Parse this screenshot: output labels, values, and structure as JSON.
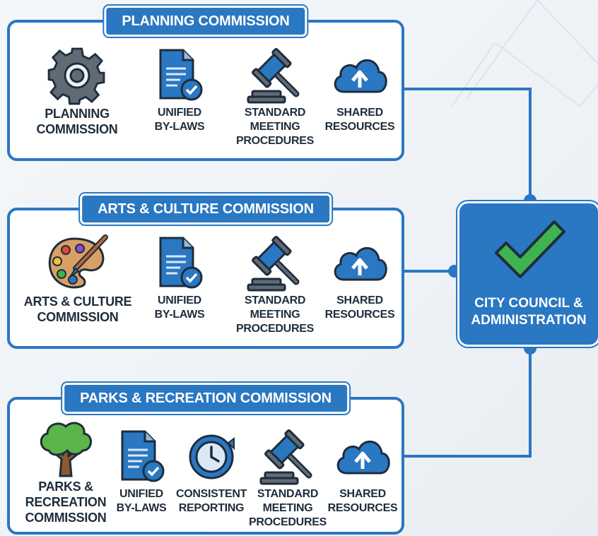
{
  "panels": [
    {
      "title": "PLANNING COMMISSION",
      "items": [
        {
          "icon": "gear-icon",
          "lines": [
            "PLANNING",
            "COMMISSION"
          ]
        },
        {
          "icon": "document-check-icon",
          "lines": [
            "UNIFIED",
            "BY-LAWS"
          ]
        },
        {
          "icon": "gavel-icon",
          "lines": [
            "STANDARD",
            "MEETING",
            "PROCEDURES"
          ]
        },
        {
          "icon": "cloud-upload-icon",
          "lines": [
            "SHARED",
            "RESOURCES"
          ]
        }
      ]
    },
    {
      "title": "ARTS & CULTURE COMMISSION",
      "items": [
        {
          "icon": "palette-icon",
          "lines": [
            "ARTS & CULTURE",
            "COMMISSION"
          ]
        },
        {
          "icon": "document-check-icon",
          "lines": [
            "UNIFIED",
            "BY-LAWS"
          ]
        },
        {
          "icon": "gavel-icon",
          "lines": [
            "STANDARD",
            "MEETING",
            "PROCEDURES"
          ]
        },
        {
          "icon": "cloud-upload-icon",
          "lines": [
            "SHARED",
            "RESOURCES"
          ]
        }
      ]
    },
    {
      "title": "PARKS & RECREATION COMMISSION",
      "items": [
        {
          "icon": "tree-icon",
          "lines": [
            "PARKS &",
            "RECREATION",
            "COMMISSION"
          ]
        },
        {
          "icon": "document-check-icon",
          "lines": [
            "UNIFIED",
            "BY-LAWS"
          ]
        },
        {
          "icon": "clock-refresh-icon",
          "lines": [
            "CONSISTENT",
            "REPORTING"
          ]
        },
        {
          "icon": "gavel-icon",
          "lines": [
            "STANDARD",
            "MEETING",
            "PROCEDURES"
          ]
        },
        {
          "icon": "cloud-upload-icon",
          "lines": [
            "SHARED",
            "RESOURCES"
          ]
        }
      ]
    }
  ],
  "council": {
    "icon": "checkmark-icon",
    "lines": [
      "CITY COUNCIL &",
      "ADMINISTRATION"
    ]
  },
  "colors": {
    "primary_blue": "#2a77c2",
    "dark_text": "#1e2d3c",
    "check_green": "#3fb34f"
  }
}
